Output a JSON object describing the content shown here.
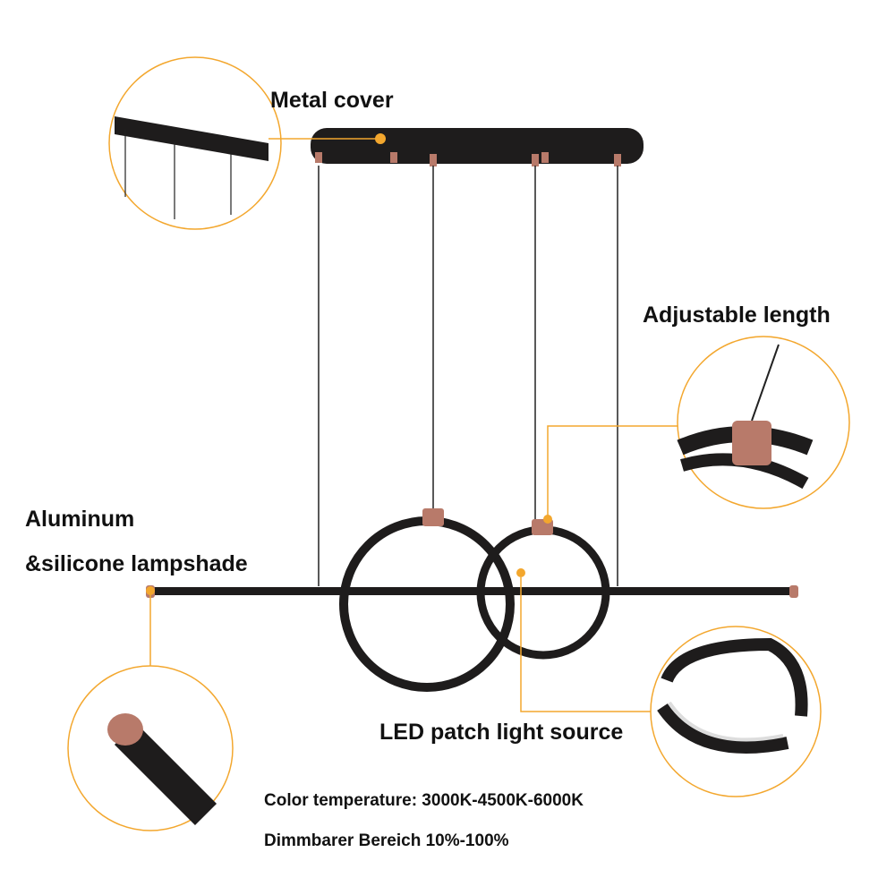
{
  "labels": {
    "metal_cover": "Metal cover",
    "adjustable_length": "Adjustable length",
    "aluminum": "Aluminum",
    "lampshade": "&silicone lampshade",
    "led_source": "LED patch light source",
    "color_temperature": "Color temperature: 3000K-4500K-6000K",
    "dimming_range": "Dimmbarer Bereich 10%-100%"
  },
  "colors": {
    "callout": "#f3a72e",
    "lamp_black": "#1e1c1c",
    "copper": "#b87a6a",
    "wire": "#222222"
  }
}
